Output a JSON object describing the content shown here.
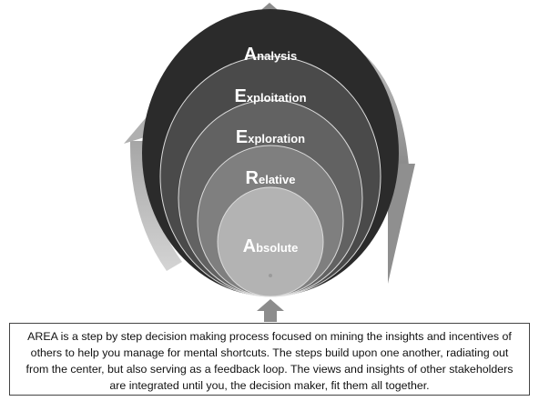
{
  "diagram": {
    "layers": [
      {
        "initial": "A",
        "rest": "nalysis"
      },
      {
        "initial": "E",
        "rest": "xploitation"
      },
      {
        "initial": "E",
        "rest": "xploration"
      },
      {
        "initial": "R",
        "rest": "elative"
      },
      {
        "initial": "A",
        "rest": "bsolute"
      }
    ],
    "colors": {
      "layer_analysis": "#2b2b2b",
      "layer_exploitation": "#4a4a4a",
      "layer_exploration": "#626262",
      "layer_relative": "#7f7f7f",
      "layer_absolute": "#b3b3b3",
      "arrow": "#8c8c8c"
    },
    "icons": [
      "up-arrow-icon",
      "up-arrow-icon",
      "curved-arrow-icon",
      "curved-arrow-icon"
    ]
  },
  "caption": {
    "text": "AREA is a step by step decision making process focused on mining the insights and incentives of others to help you manage for mental shortcuts. The steps build upon one another, radiating out from the center, but also serving as a feedback loop. The views and insights of other stakeholders are integrated until you, the decision maker, fit them all together."
  }
}
